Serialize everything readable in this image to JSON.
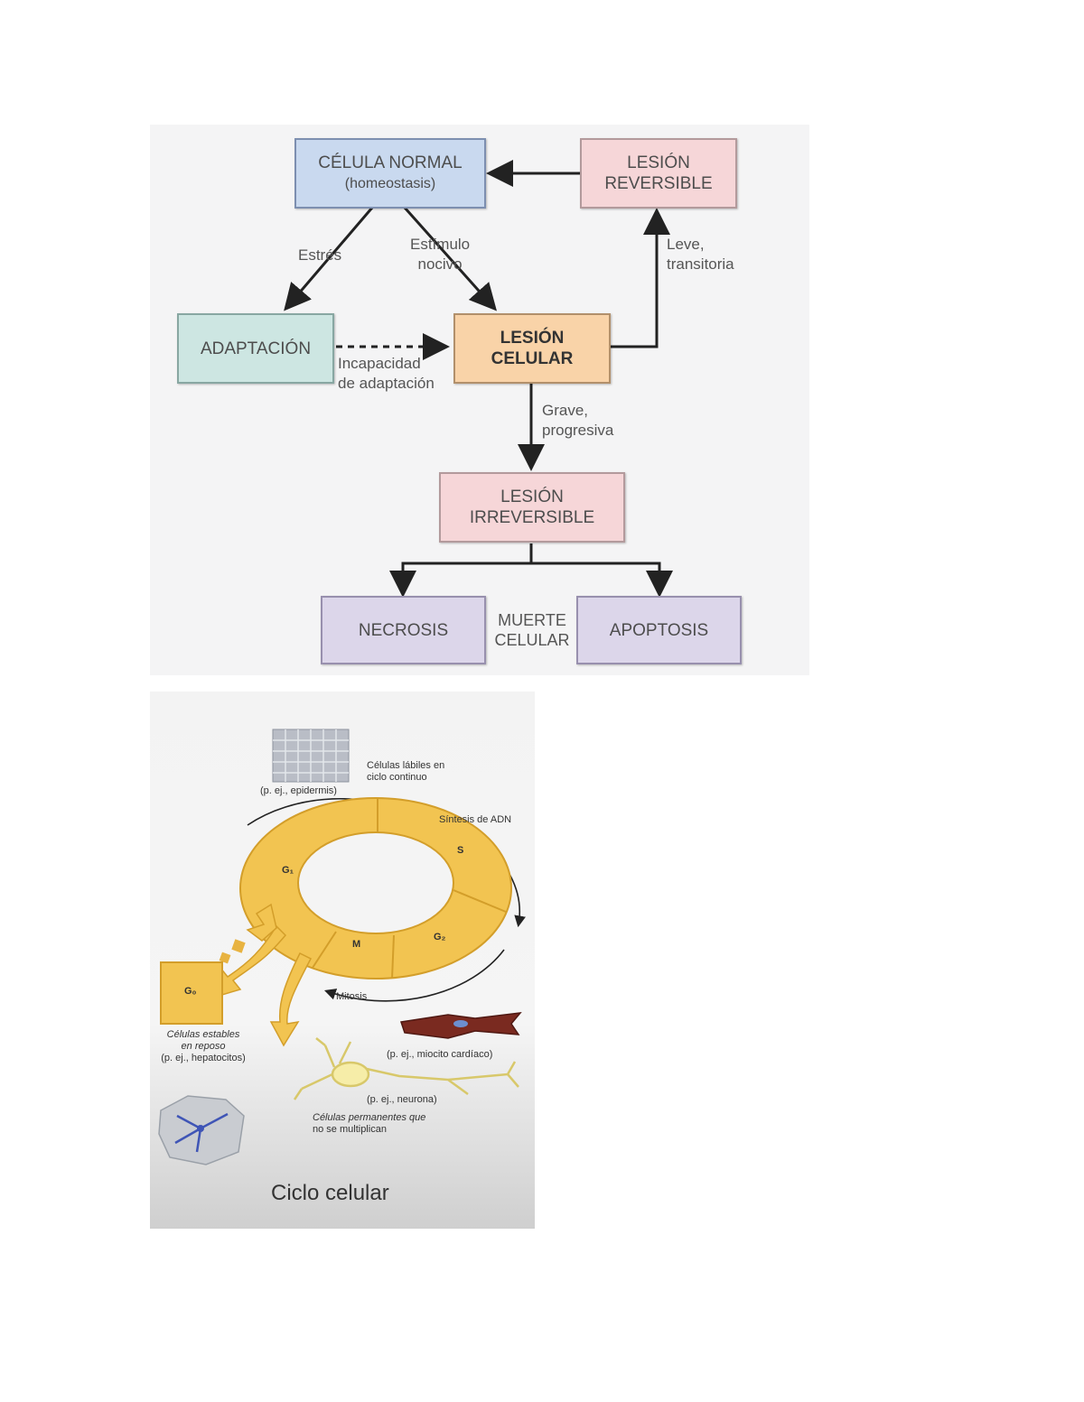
{
  "flow": {
    "normal_title": "CÉLULA NORMAL",
    "normal_sub": "(homeostasis)",
    "reversible_line1": "LESIÓN",
    "reversible_line2": "REVERSIBLE",
    "adaptation": "ADAPTACIÓN",
    "injury_line1": "LESIÓN",
    "injury_line2": "CELULAR",
    "irreversible_line1": "LESIÓN",
    "irreversible_line2": "IRREVERSIBLE",
    "necrosis": "NECROSIS",
    "apoptosis": "APOPTOSIS",
    "death_line1": "MUERTE",
    "death_line2": "CELULAR",
    "stress": "Estrés",
    "stimulus_line1": "Estímulo",
    "stimulus_line2": "nocivo",
    "mild_line1": "Leve,",
    "mild_line2": "transitoria",
    "inability_line1": "Incapacidad",
    "inability_line2": "de adaptación",
    "severe_line1": "Grave,",
    "severe_line2": "progresiva",
    "colors": {
      "normal": "#c9d9ef",
      "reversible": "#f6d6d8",
      "adaptation": "#cde6e2",
      "injury": "#f9d3a8",
      "irreversible": "#f6d6d8",
      "death": "#dcd6ea"
    }
  },
  "cycle": {
    "labile_line1": "Células lábiles en",
    "labile_line2": "ciclo continuo",
    "epidermis": "(p. ej., epidermis)",
    "dna_synthesis": "Síntesis de ADN",
    "g1": "G₁",
    "s": "S",
    "g2": "G₂",
    "m": "M",
    "g0": "G₀",
    "mitosis": "Mitosis",
    "stable_line1": "Células estables",
    "stable_line2": "en reposo",
    "stable_line3": "(p. ej., hepatocitos)",
    "cardiac": "(p. ej., miocito cardíaco)",
    "neuron": "(p. ej., neurona)",
    "permanent_line1": "Células permanentes que",
    "permanent_line2": "no se multiplican",
    "caption": "Ciclo celular",
    "ring_color": "#f2c451"
  }
}
